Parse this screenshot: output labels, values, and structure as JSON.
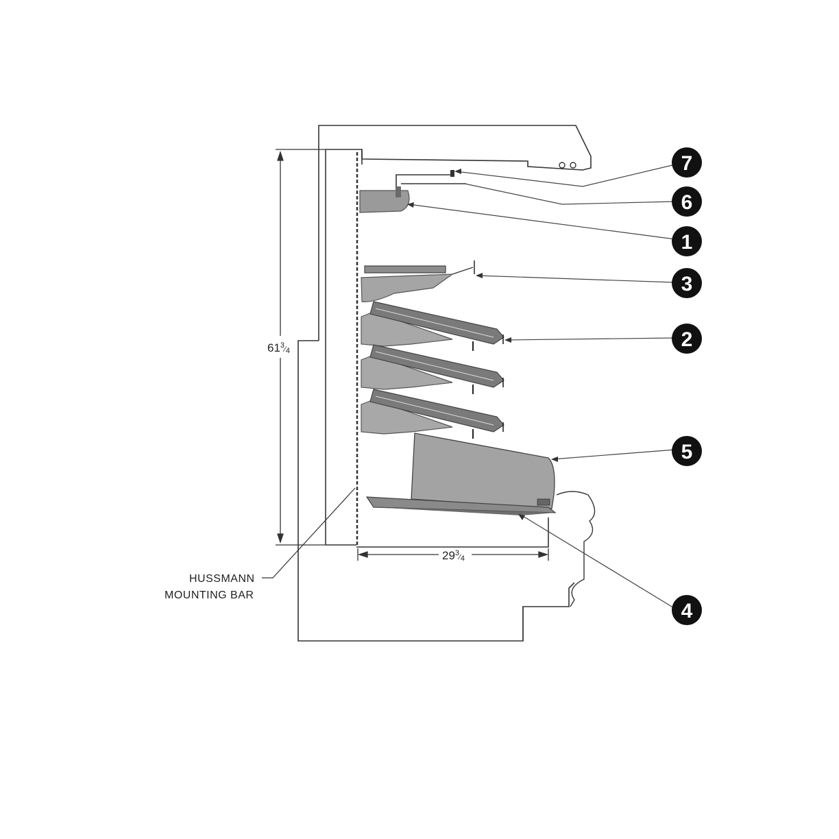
{
  "dimensions": {
    "height": {
      "whole": "61",
      "num": "3",
      "den": "4"
    },
    "depth": {
      "whole": "29",
      "num": "3",
      "den": "4"
    }
  },
  "note": {
    "line1": "HUSSMANN",
    "line2": "MOUNTING BAR"
  },
  "callouts": [
    "7",
    "6",
    "1",
    "3",
    "2",
    "5",
    "4"
  ],
  "colors": {
    "line": "#333333",
    "shelf_fill": "#a8a8a8",
    "shelf_dark": "#7a7a7a",
    "callout_fill": "#111111"
  }
}
